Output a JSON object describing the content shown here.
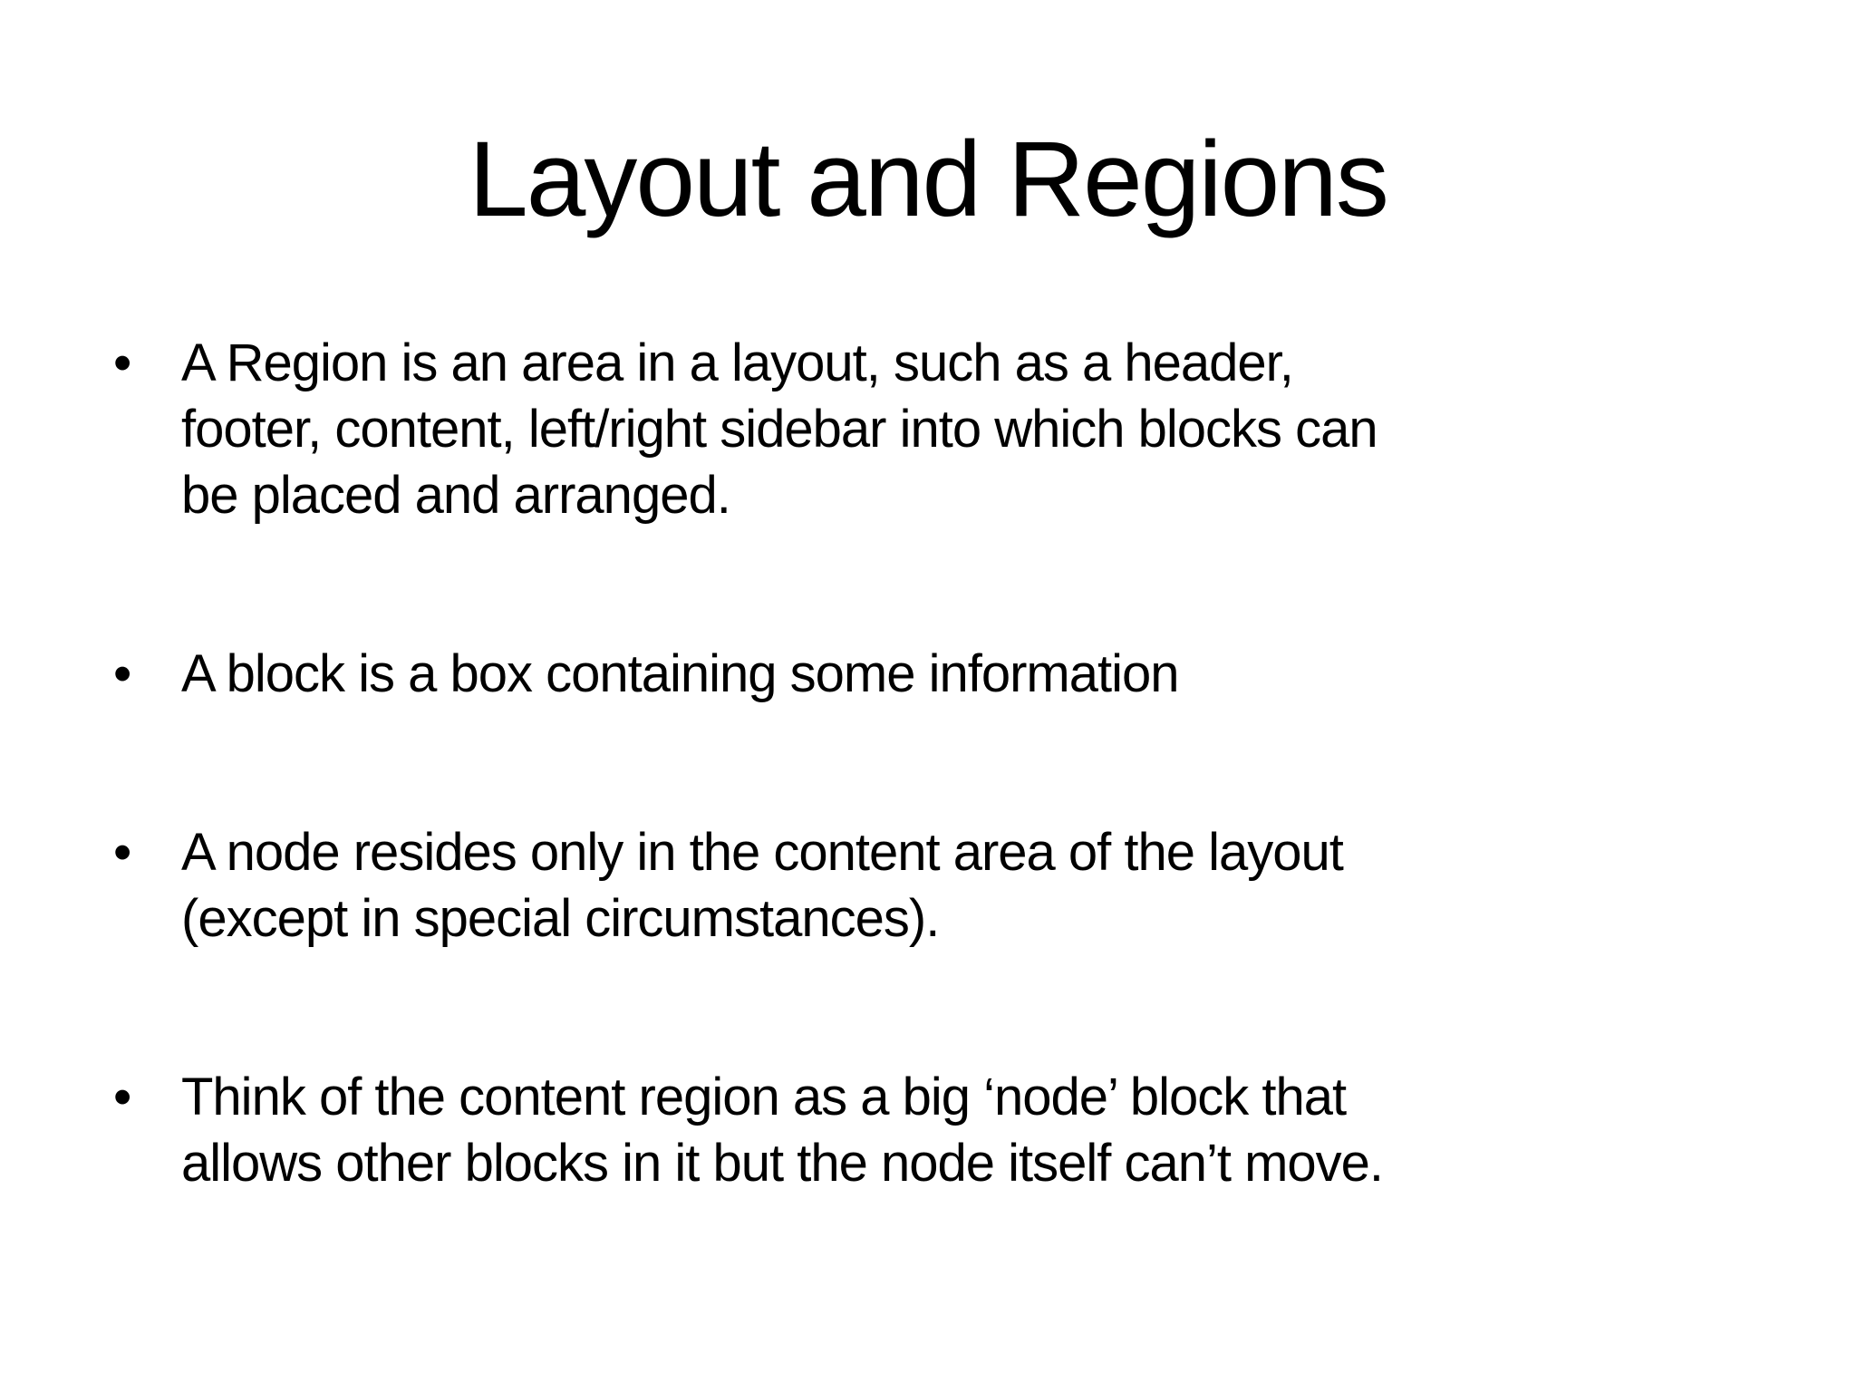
{
  "slide": {
    "title": "Layout and Regions",
    "bullet_char": "•",
    "text_color": "#000000",
    "background_color": "#ffffff",
    "bullets": [
      {
        "lines": [
          "A Region is an area in a layout, such as a header,",
          "footer, content, left/right sidebar into which blocks can",
          "be placed and arranged."
        ]
      },
      {
        "lines": [
          "A block is a box containing some information"
        ]
      },
      {
        "lines": [
          "A node resides only in the content area of the layout",
          "(except in special circumstances)."
        ]
      },
      {
        "lines": [
          "Think of the content region as a big ‘node’ block that",
          "allows other blocks in it but the node itself can’t move."
        ]
      }
    ]
  }
}
